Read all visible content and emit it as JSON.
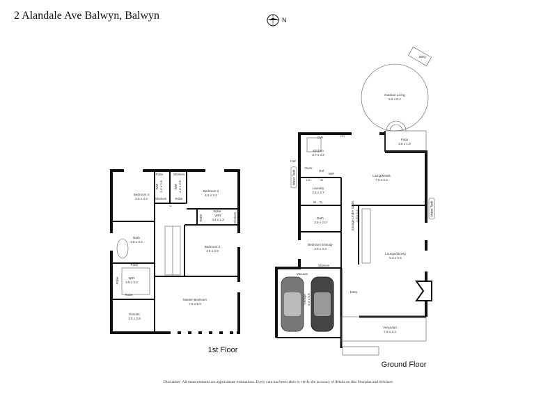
{
  "title": "2 Alandale Ave Balwyn, Balwyn",
  "compass": {
    "icon": "north-arrow-icon",
    "label": "N"
  },
  "first_floor": {
    "label": "1st Floor",
    "rooms": [
      {
        "name": "Bedroom 4",
        "size": "3.5 x 4.3"
      },
      {
        "name": "Bedroom 3",
        "size": "4.5 x 3.2"
      },
      {
        "name": "WIR",
        "size": "3.4 x 1.3"
      },
      {
        "name": "Bedroom 2",
        "size": "4.6 x 4.5"
      },
      {
        "name": "Bath",
        "size": "3.5 x 3.4"
      },
      {
        "name": "WIR",
        "size": "3.5 x 3.2"
      },
      {
        "name": "Ensuite",
        "size": "3.5 x 3.6"
      },
      {
        "name": "Master Bedroom",
        "size": "7.5 x 5.0"
      },
      {
        "name": "WIR",
        "size": "1.4 x 2.6"
      },
      {
        "name": "WIR",
        "size": "1.4 x 2.6"
      }
    ],
    "fixtures": [
      "Robe",
      "Shelves",
      "Shelves",
      "Robe",
      "C",
      "Robe",
      "Robe",
      "Shelves",
      "Robe",
      "Robe",
      "Robe"
    ]
  },
  "ground_floor": {
    "label": "Ground Floor",
    "rooms": [
      {
        "name": "Kitchen",
        "size": "3.7 x 3.2"
      },
      {
        "name": "Living/Meals",
        "size": "7.5 x 6.4"
      },
      {
        "name": "Patio",
        "size": "3.8 x 1.8"
      },
      {
        "name": "Laundry",
        "size": "3.5 x 2.7"
      },
      {
        "name": "Bath",
        "size": "3.5 x 2.0"
      },
      {
        "name": "Storage Under Stairs",
        "size": "1.0 x 2.2"
      },
      {
        "name": "Bedroom 5/Study",
        "size": "3.5 x 3.3"
      },
      {
        "name": "Lounge/Dining",
        "size": "5.3 x 9.6"
      },
      {
        "name": "Garage",
        "size": "5.3 x 5.6"
      },
      {
        "name": "Entry",
        "size": ""
      },
      {
        "name": "Verandah",
        "size": "7.8 x 3.4"
      },
      {
        "name": "Outdoor Living",
        "size": "5.6 x 6.2"
      }
    ],
    "fixtures": [
      "DW",
      "AC",
      "Ref",
      "WIP",
      "LC",
      "C",
      "Oven",
      "W",
      "D",
      "Shelves",
      "Vacuum",
      "BBQ",
      "HW"
    ],
    "water_tank_labels": [
      "Water Tank",
      "Water Tank"
    ]
  },
  "disclaimer": "Disclaimer: All measurements are approximate estimations. Every care has been taken to verify the accuracy of details on this floorplan and brochure."
}
